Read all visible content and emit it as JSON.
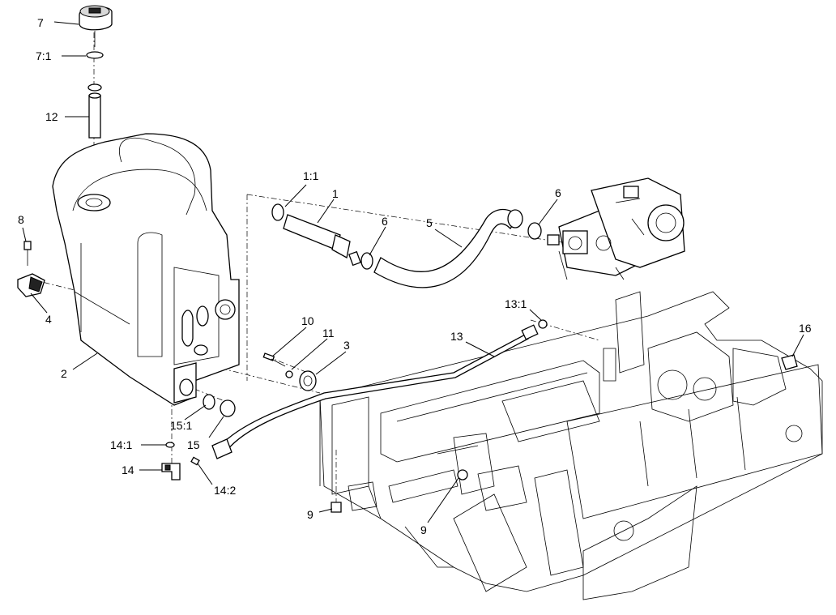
{
  "callouts": {
    "c7": "7",
    "c7_1": "7:1",
    "c12": "12",
    "c8": "8",
    "c4": "4",
    "c2": "2",
    "c1_1": "1:1",
    "c1": "1",
    "c6a": "6",
    "c5": "5",
    "c6b": "6",
    "c13_1": "13:1",
    "c10": "10",
    "c11": "11",
    "c3": "3",
    "c13": "13",
    "c16": "16",
    "c15_1": "15:1",
    "c15": "15",
    "c14_1": "14:1",
    "c14": "14",
    "c14_2": "14:2",
    "c9a": "9",
    "c9b": "9"
  }
}
